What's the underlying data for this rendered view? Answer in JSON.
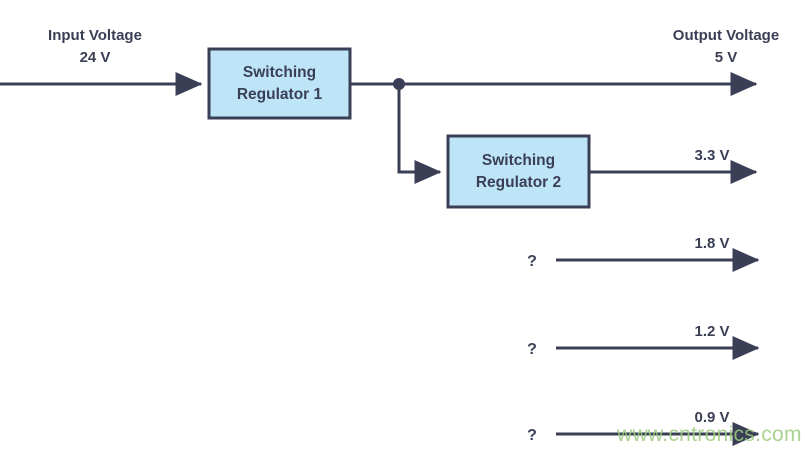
{
  "diagram": {
    "title_input": {
      "line1": "Input Voltage",
      "line2": "24 V"
    },
    "title_output": {
      "line1": "Output Voltage",
      "line2": "5 V"
    },
    "blocks": [
      {
        "id": "regulator-1",
        "line1": "Switching",
        "line2": "Regulator 1"
      },
      {
        "id": "regulator-2",
        "line1": "Switching",
        "line2": "Regulator 2"
      }
    ],
    "rails": [
      {
        "id": "rail-5v",
        "label": "5 V",
        "source": "Switching Regulator 1"
      },
      {
        "id": "rail-3v3",
        "label": "3.3 V",
        "source": "Switching Regulator 2"
      },
      {
        "id": "rail-1v8",
        "label": "1.8 V",
        "source": "?"
      },
      {
        "id": "rail-1v2",
        "label": "1.2 V",
        "source": "?"
      },
      {
        "id": "rail-0v9",
        "label": "0.9 V",
        "source": "?"
      }
    ],
    "unknown_marker": "?",
    "watermark": "www.cntronics.com",
    "colors": {
      "line": "#3b3f55",
      "text": "#3b3f55",
      "block_fill": "#bde5f7",
      "block_stroke": "#3b3f55",
      "watermark": "#9ccb7e",
      "background": "#ffffff"
    }
  }
}
